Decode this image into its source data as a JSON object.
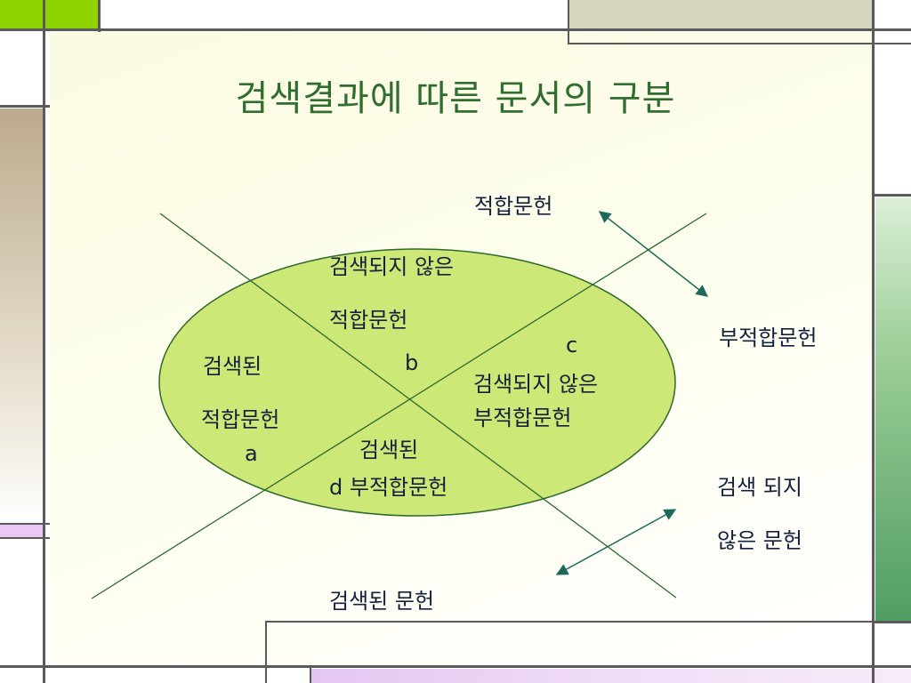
{
  "slide": {
    "title": "검색결과에 따른 문서의 구분"
  },
  "diagram": {
    "labels": {
      "relevant": "적합문헌",
      "not_relevant": "부적합문헌",
      "b_line1": "검색되지 않은",
      "b_line2": "적합문헌",
      "b_letter": "b",
      "a_line1": "검색된",
      "a_line2": "적합문헌",
      "a_letter": "a",
      "c_letter": "c",
      "c_line1": "검색되지 않은",
      "c_line2": "부적합문헌",
      "d_line1": "검색된",
      "d_line2": "d 부적합문헌",
      "not_retrieved_line1": "검색 되지",
      "not_retrieved_line2": "않은 문헌",
      "retrieved": "검색된 문헌"
    }
  },
  "colors": {
    "ellipse_fill": "#cde876",
    "ellipse_stroke": "#2d6a2d",
    "line": "#2d6a2d",
    "arrow": "#1e6a5a",
    "text": "#14213d",
    "title": "#2f6e2f",
    "accent_green": "#8fd400",
    "accent_lavender": "#e9c8f5",
    "accent_tan": "#c0ad8f",
    "accent_sage": "#d6d6bf",
    "accent_teal": "#4f9e63"
  }
}
